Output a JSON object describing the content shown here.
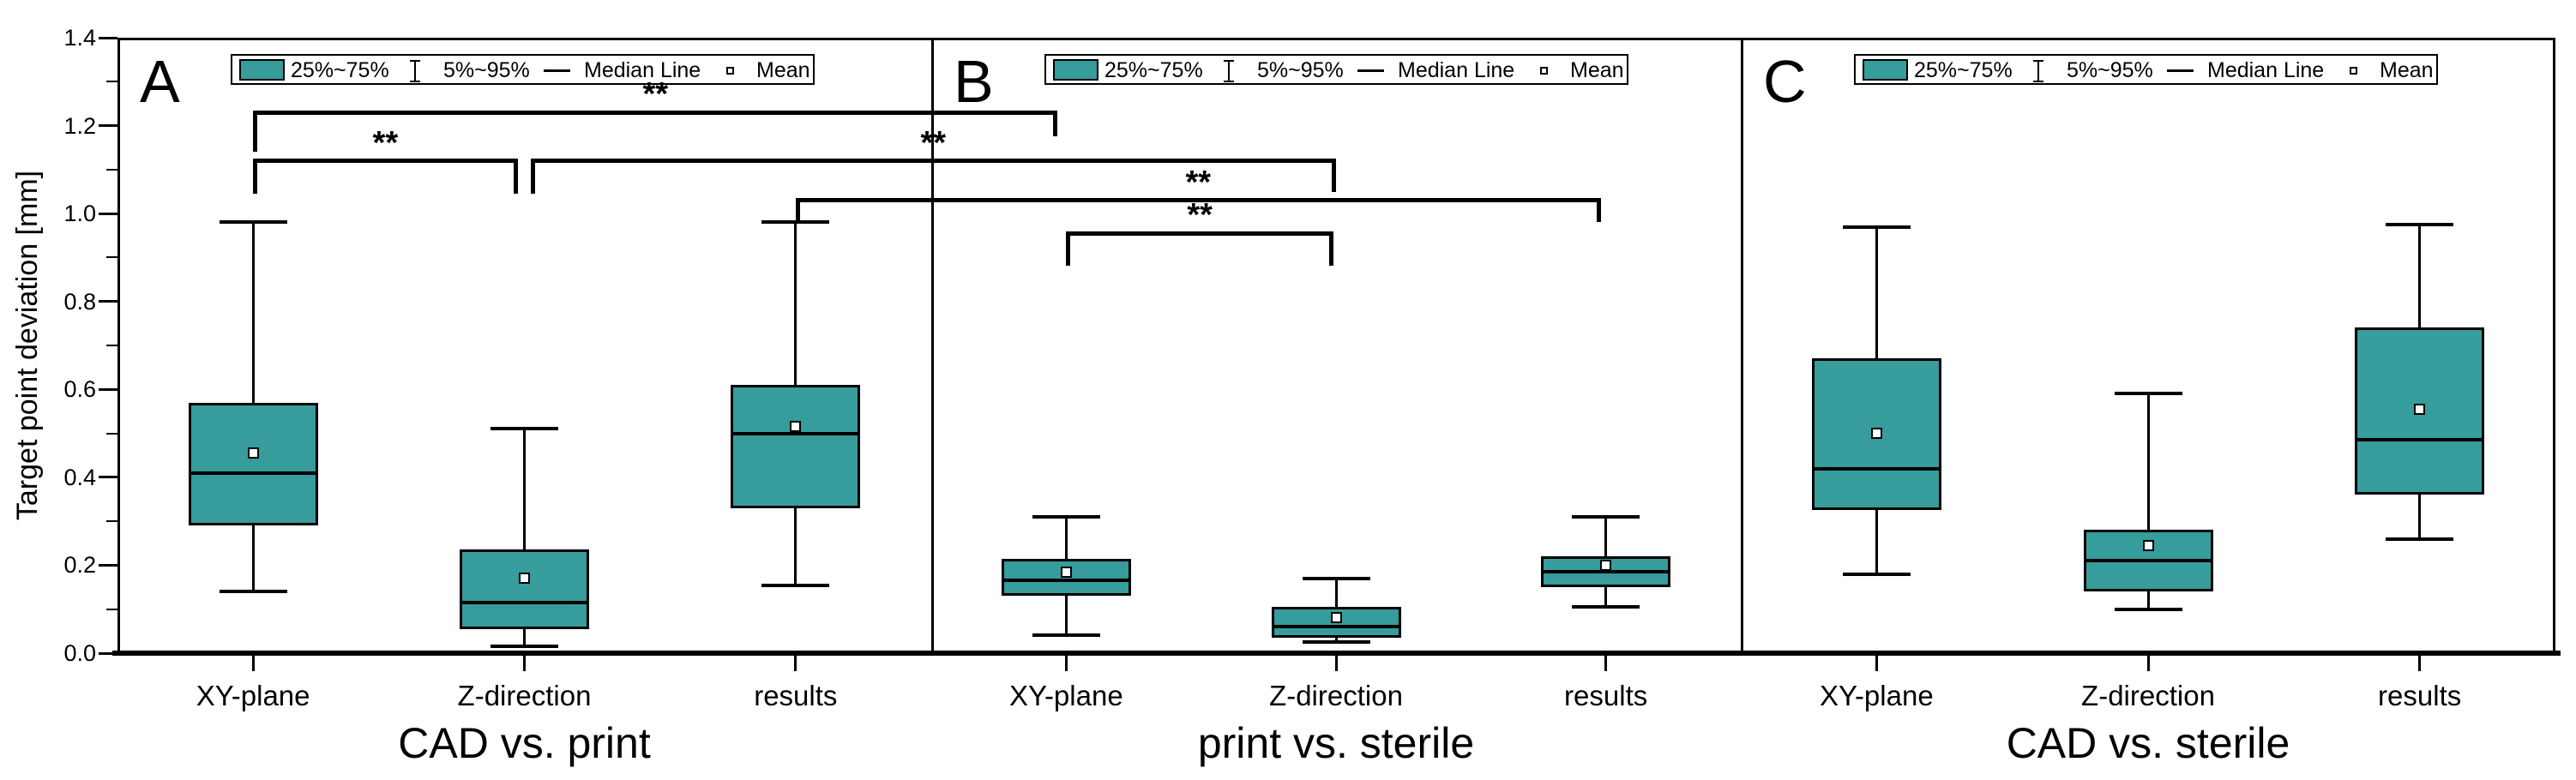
{
  "figure_title": "",
  "chart_data": {
    "type": "box",
    "ylabel": "Target point deviation [mm]",
    "ylim": [
      0.0,
      1.4
    ],
    "y_major_tick_step": 0.2,
    "y_minor_tick_step": 0.1,
    "y_tick_labels": [
      "0.0",
      "0.2",
      "0.4",
      "0.6",
      "0.8",
      "1.0",
      "1.2",
      "1.4"
    ],
    "grid": false,
    "legend_position": "top-inside-each-panel",
    "colors": {
      "box_fill": "#369C9C",
      "line": "#000000",
      "background": "#FFFFFF",
      "mean_marker_fill": "#FFFFFF"
    },
    "legend": [
      {
        "icon": "box-swatch-icon",
        "label": "25%~75%"
      },
      {
        "icon": "whisker-icon",
        "label": "5%~95%"
      },
      {
        "icon": "median-line-icon",
        "label": "Median Line"
      },
      {
        "icon": "mean-square-icon",
        "label": "Mean"
      }
    ],
    "panels": [
      {
        "label": "A",
        "caption": "CAD vs. print",
        "categories": [
          "XY-plane",
          "Z-direction",
          "results"
        ],
        "boxes": [
          {
            "category": "XY-plane",
            "whisker_low": 0.14,
            "q1": 0.29,
            "median": 0.41,
            "q3": 0.57,
            "whisker_high": 0.98,
            "mean": 0.455
          },
          {
            "category": "Z-direction",
            "whisker_low": 0.015,
            "q1": 0.055,
            "median": 0.115,
            "q3": 0.235,
            "whisker_high": 0.51,
            "mean": 0.17
          },
          {
            "category": "results",
            "whisker_low": 0.155,
            "q1": 0.33,
            "median": 0.5,
            "q3": 0.61,
            "whisker_high": 0.98,
            "mean": 0.515
          }
        ]
      },
      {
        "label": "B",
        "caption": "print vs. sterile",
        "categories": [
          "XY-plane",
          "Z-direction",
          "results"
        ],
        "boxes": [
          {
            "category": "XY-plane",
            "whisker_low": 0.04,
            "q1": 0.13,
            "median": 0.165,
            "q3": 0.215,
            "whisker_high": 0.31,
            "mean": 0.185
          },
          {
            "category": "Z-direction",
            "whisker_low": 0.025,
            "q1": 0.035,
            "median": 0.06,
            "q3": 0.105,
            "whisker_high": 0.17,
            "mean": 0.08
          },
          {
            "category": "results",
            "whisker_low": 0.105,
            "q1": 0.15,
            "median": 0.185,
            "q3": 0.22,
            "whisker_high": 0.31,
            "mean": 0.2
          }
        ]
      },
      {
        "label": "C",
        "caption": "CAD vs. sterile",
        "categories": [
          "XY-plane",
          "Z-direction",
          "results"
        ],
        "boxes": [
          {
            "category": "XY-plane",
            "whisker_low": 0.18,
            "q1": 0.325,
            "median": 0.42,
            "q3": 0.67,
            "whisker_high": 0.97,
            "mean": 0.5
          },
          {
            "category": "Z-direction",
            "whisker_low": 0.1,
            "q1": 0.14,
            "median": 0.21,
            "q3": 0.28,
            "whisker_high": 0.59,
            "mean": 0.245
          },
          {
            "category": "results",
            "whisker_low": 0.26,
            "q1": 0.36,
            "median": 0.485,
            "q3": 0.74,
            "whisker_high": 0.975,
            "mean": 0.555
          }
        ]
      }
    ],
    "significance_brackets": [
      {
        "from_panel": 0,
        "from_box": 0,
        "to_panel": 1,
        "to_box": 0,
        "level": 1.23,
        "label": "**",
        "left_drop": 0.095,
        "right_drop": 0.06,
        "from_dx": 0,
        "to_dx": -10
      },
      {
        "from_panel": 0,
        "from_box": 0,
        "to_panel": 0,
        "to_box": 1,
        "level": 1.12,
        "label": "**",
        "left_drop": 0.08,
        "right_drop": 0.08,
        "from_dx": 0,
        "to_dx": -8
      },
      {
        "from_panel": 0,
        "from_box": 1,
        "to_panel": 1,
        "to_box": 1,
        "level": 1.12,
        "label": "**",
        "left_drop": 0.08,
        "right_drop": 0.075,
        "from_dx": 7,
        "to_dx": 0
      },
      {
        "from_panel": 0,
        "from_box": 2,
        "to_panel": 1,
        "to_box": 2,
        "level": 1.03,
        "label": "**",
        "left_drop": 0.055,
        "right_drop": 0.055,
        "from_dx": 0,
        "to_dx": -6
      },
      {
        "from_panel": 1,
        "from_box": 0,
        "to_panel": 1,
        "to_box": 1,
        "level": 0.955,
        "label": "**",
        "left_drop": 0.078,
        "right_drop": 0.078,
        "from_dx": 0,
        "to_dx": -3
      }
    ]
  }
}
